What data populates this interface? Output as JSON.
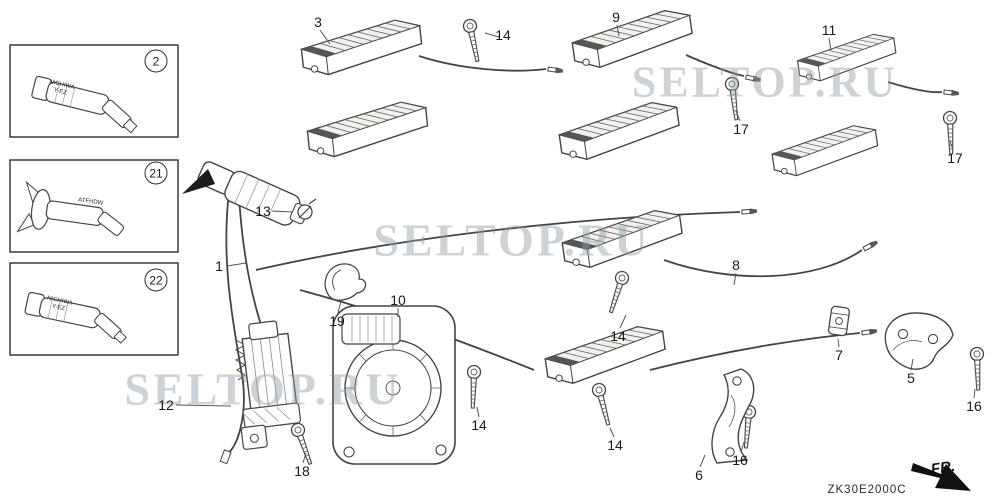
{
  "diagram": {
    "code": "ZK30E2000C",
    "fr_label": "FR.",
    "watermark_text": "SELTOP.RU"
  },
  "reference_boxes": [
    {
      "number": "2",
      "part_text": "NICHIWA\nY-EZ"
    },
    {
      "number": "21",
      "part_text": "ATFHDW"
    },
    {
      "number": "22",
      "part_text": "NICHIWA\nY-EZ"
    }
  ],
  "part_labels": [
    {
      "text": "3"
    },
    {
      "text": "14"
    },
    {
      "text": "9"
    },
    {
      "text": "17"
    },
    {
      "text": "11"
    },
    {
      "text": "17"
    },
    {
      "text": "13"
    },
    {
      "text": "1"
    },
    {
      "text": "19"
    },
    {
      "text": "10"
    },
    {
      "text": "8"
    },
    {
      "text": "14"
    },
    {
      "text": "7"
    },
    {
      "text": "5"
    },
    {
      "text": "16"
    },
    {
      "text": "12"
    },
    {
      "text": "18"
    },
    {
      "text": "14"
    },
    {
      "text": "14"
    },
    {
      "text": "6"
    },
    {
      "text": "16"
    }
  ]
}
